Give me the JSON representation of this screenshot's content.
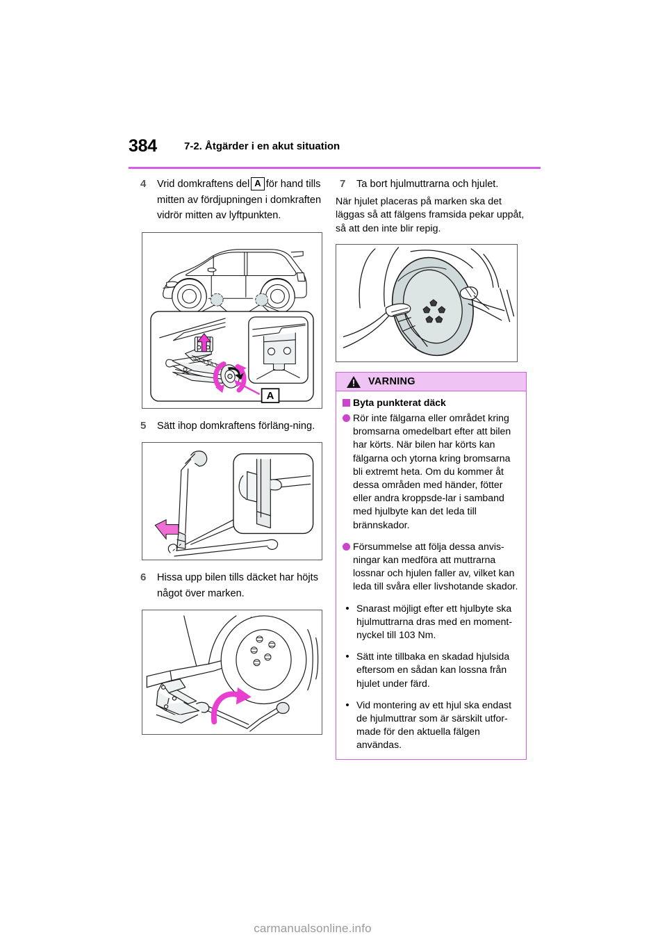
{
  "header": {
    "page_number": "384",
    "section_title": "7-2. Åtgärder i en akut situation",
    "rule_color": "#d45ce8"
  },
  "left_column": {
    "steps": [
      {
        "number": "4",
        "text_before": "Vrid domkraftens del",
        "letter_callout": "A",
        "text_after": "för hand tills mitten av fördjupningen i domkraften vidrör mitten av lyftpunkten."
      },
      {
        "number": "5",
        "text_before": "Sätt ihop domkraftens förläng-ning.",
        "letter_callout": "",
        "text_after": ""
      },
      {
        "number": "6",
        "text_before": "Hissa upp bilen tills däcket har höjts något över marken.",
        "letter_callout": "",
        "text_after": ""
      }
    ],
    "figures": [
      {
        "name": "jack-positioning-illustration",
        "callout_label": "A"
      },
      {
        "name": "jack-extension-assembly-illustration",
        "callout_label": ""
      },
      {
        "name": "raising-vehicle-with-jack-illustration",
        "callout_label": ""
      }
    ]
  },
  "right_column": {
    "step": {
      "number": "7",
      "text": "Ta bort hjulmuttrarna och hjulet."
    },
    "body_paragraph": "När hjulet placeras på marken ska det läggas så att fälgens framsida pekar uppåt, så att den inte blir repig.",
    "figure": {
      "name": "wheel-removal-illustration"
    },
    "warning": {
      "title": "VARNING",
      "header_bg": "#f0c3f5",
      "border_color": "#cf5fdf",
      "marker_color": "#cc44cc",
      "subheading": "Byta punkterat däck",
      "dot_items": [
        "Rör inte fälgarna eller området kring bromsarna omedelbart efter att bilen har körts. När bilen har körts kan fälgarna och ytorna kring bromsarna bli extremt heta. Om du kommer åt dessa områden med händer, fötter eller andra kroppsde-lar i samband med hjulbyte kan det leda till brännskador.",
        "Försummelse att följa dessa anvis-ningar kan medföra att muttrarna lossnar och hjulen faller av, vilket kan leda till svåra eller livshotande skador."
      ],
      "bullet_items": [
        "Snarast möjligt efter ett hjulbyte ska hjulmuttrarna dras med en moment-nyckel till 103 Nm.",
        "Sätt inte tillbaka en skadad hjulsida eftersom en sådan kan lossna från hjulet under färd.",
        "Vid montering av ett hjul ska endast de hjulmuttrar som är särskilt utfor-made för den aktuella fälgen användas."
      ],
      "bullet_glyph": "•"
    }
  },
  "footer": {
    "watermark": "carmanualsonline.info"
  }
}
